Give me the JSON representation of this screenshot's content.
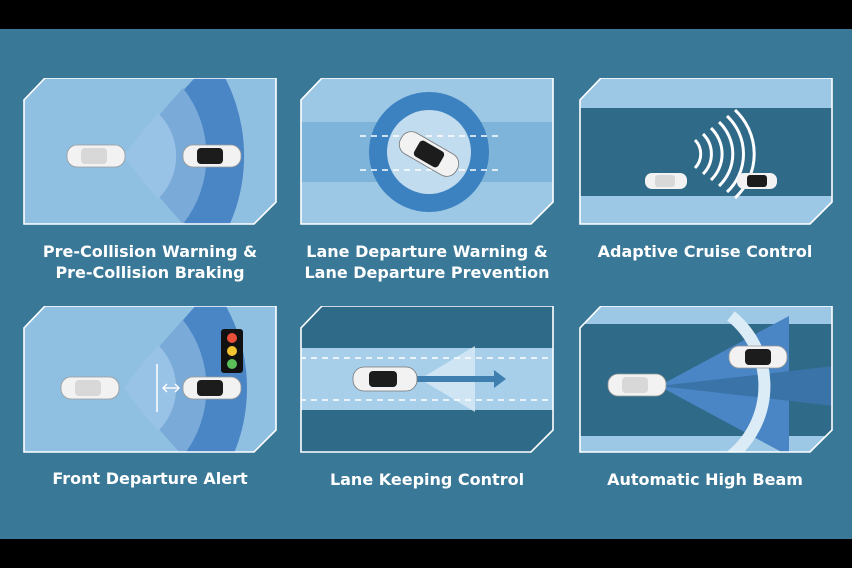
{
  "features": [
    {
      "id": "pcs",
      "lines": [
        "Pre-Collision Warning &",
        "Pre-Collision Braking"
      ],
      "icon": "pre-collision-diagram"
    },
    {
      "id": "ldw",
      "lines": [
        "Lane Departure Warning &",
        "Lane Departure Prevention"
      ],
      "icon": "lane-departure-diagram"
    },
    {
      "id": "acc",
      "lines": [
        "Adaptive Cruise Control"
      ],
      "icon": "adaptive-cruise-diagram"
    },
    {
      "id": "fda",
      "lines": [
        "Front Departure Alert"
      ],
      "icon": "front-departure-diagram"
    },
    {
      "id": "lkc",
      "lines": [
        "Lane Keeping Control"
      ],
      "icon": "lane-keeping-diagram"
    },
    {
      "id": "ahb",
      "lines": [
        "Automatic High Beam"
      ],
      "icon": "high-beam-diagram"
    }
  ],
  "colors": {
    "background": "#3a7898",
    "tile_light": "#9cc8e6",
    "tile_mid": "#6fa3cf",
    "tile_dark": "#2f6a88",
    "beam": "#4a86c6",
    "text": "#ffffff"
  }
}
